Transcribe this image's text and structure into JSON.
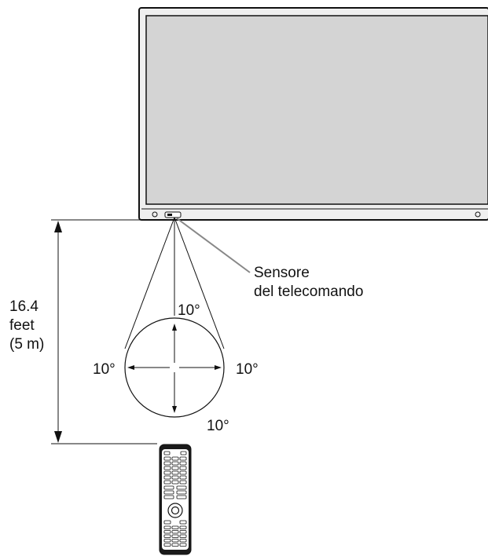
{
  "sensor_label": {
    "line1": "Sensore",
    "line2": "del telecomando"
  },
  "distance_label": {
    "line1": "16.4",
    "line2": "feet",
    "line3": "(5 m)"
  },
  "angles": {
    "top": "10°",
    "left": "10°",
    "right": "10°",
    "bottom": "10°"
  },
  "colors": {
    "stroke": "#111111",
    "screen_fill": "#d4d4d4",
    "bezel_fill": "#efefef",
    "leader_line": "#888888",
    "remote_body": "#1a1a1a"
  }
}
